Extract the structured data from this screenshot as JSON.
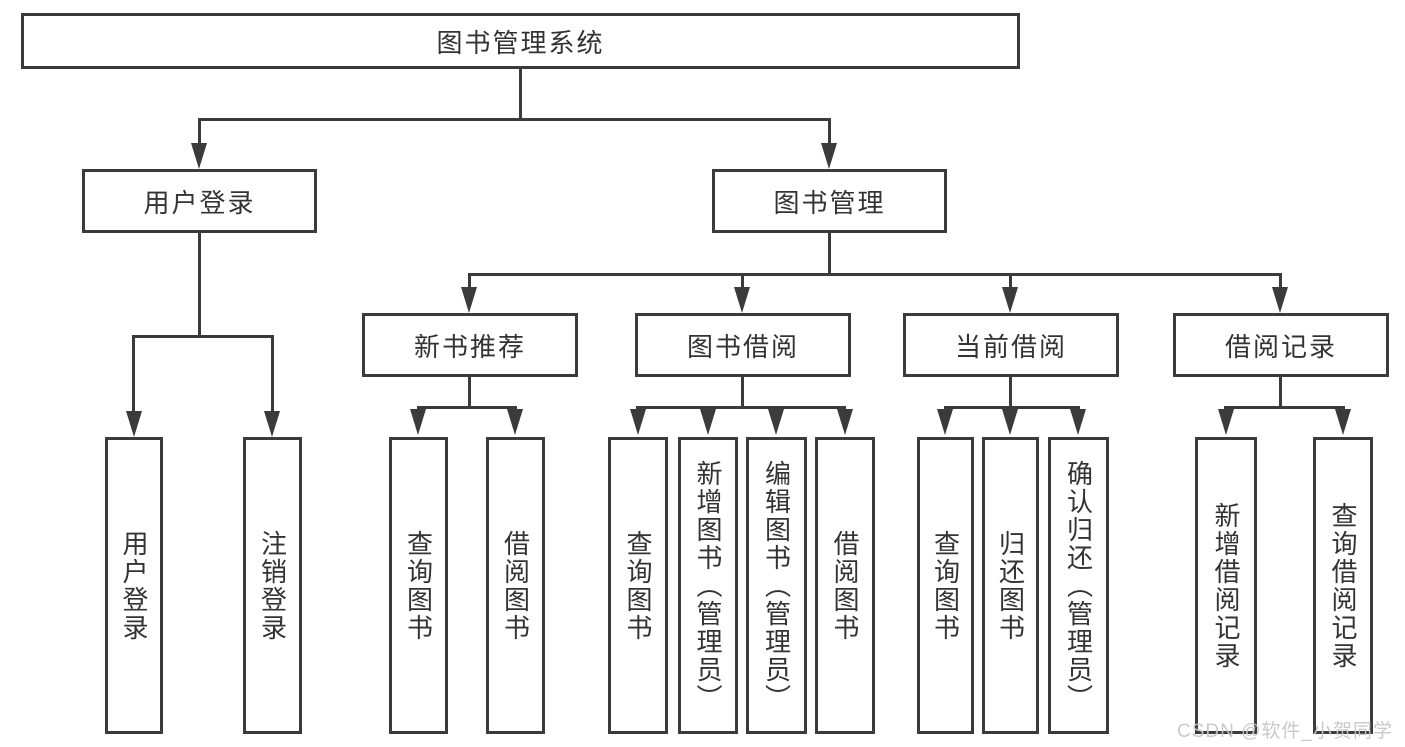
{
  "tree": {
    "root": {
      "label": "图书管理系统",
      "children": [
        {
          "label": "用户登录",
          "children": [
            {
              "label": "用户登录"
            },
            {
              "label": "注销登录"
            }
          ]
        },
        {
          "label": "图书管理",
          "children": [
            {
              "label": "新书推荐",
              "children": [
                {
                  "label": "查询图书"
                },
                {
                  "label": "借阅图书"
                }
              ]
            },
            {
              "label": "图书借阅",
              "children": [
                {
                  "label": "查询图书"
                },
                {
                  "label": "新增图书（管理员）"
                },
                {
                  "label": "编辑图书（管理员）"
                },
                {
                  "label": "借阅图书"
                }
              ]
            },
            {
              "label": "当前借阅",
              "children": [
                {
                  "label": "查询图书"
                },
                {
                  "label": "归还图书"
                },
                {
                  "label": "确认归还（管理员）"
                }
              ]
            },
            {
              "label": "借阅记录",
              "children": [
                {
                  "label": "新增借阅记录"
                },
                {
                  "label": "查询借阅记录"
                }
              ]
            }
          ]
        }
      ]
    }
  },
  "watermark": {
    "text": "CSDN @软件_小贺同学"
  },
  "colors": {
    "line": "#3b3b3b",
    "text": "#333333",
    "watermark": "#c6c6c6",
    "background": "#ffffff"
  }
}
